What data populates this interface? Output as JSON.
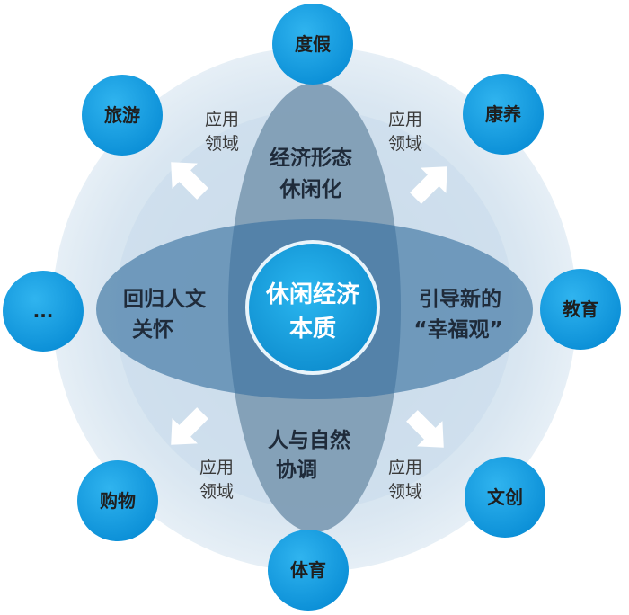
{
  "center": {
    "line1": "休闲经济",
    "line2": "本质"
  },
  "petals": {
    "top": {
      "line1": "经济形态",
      "line2": "休闲化"
    },
    "left": {
      "line1": "回归人文",
      "line2": "关怀"
    },
    "right": {
      "line1": "引导新的",
      "line2": "“幸福观”"
    },
    "bottom": {
      "line1": "人与自然",
      "line2": "协调"
    }
  },
  "application_label": {
    "line1": "应用",
    "line2": "领域"
  },
  "domains": [
    "度假",
    "康养",
    "教育",
    "文创",
    "体育",
    "购物",
    "...",
    "旅游"
  ],
  "colors": {
    "outer_ring": "#dde9f3",
    "inner_ring": "#c5d9ea",
    "petal_vertical": "#7e9db6",
    "petal_horizontal": "#5f8fb5",
    "overlap": "#5a85a8",
    "center": "#1aa3df",
    "node": "#1aa0e2",
    "arrow": "#ffffff"
  }
}
